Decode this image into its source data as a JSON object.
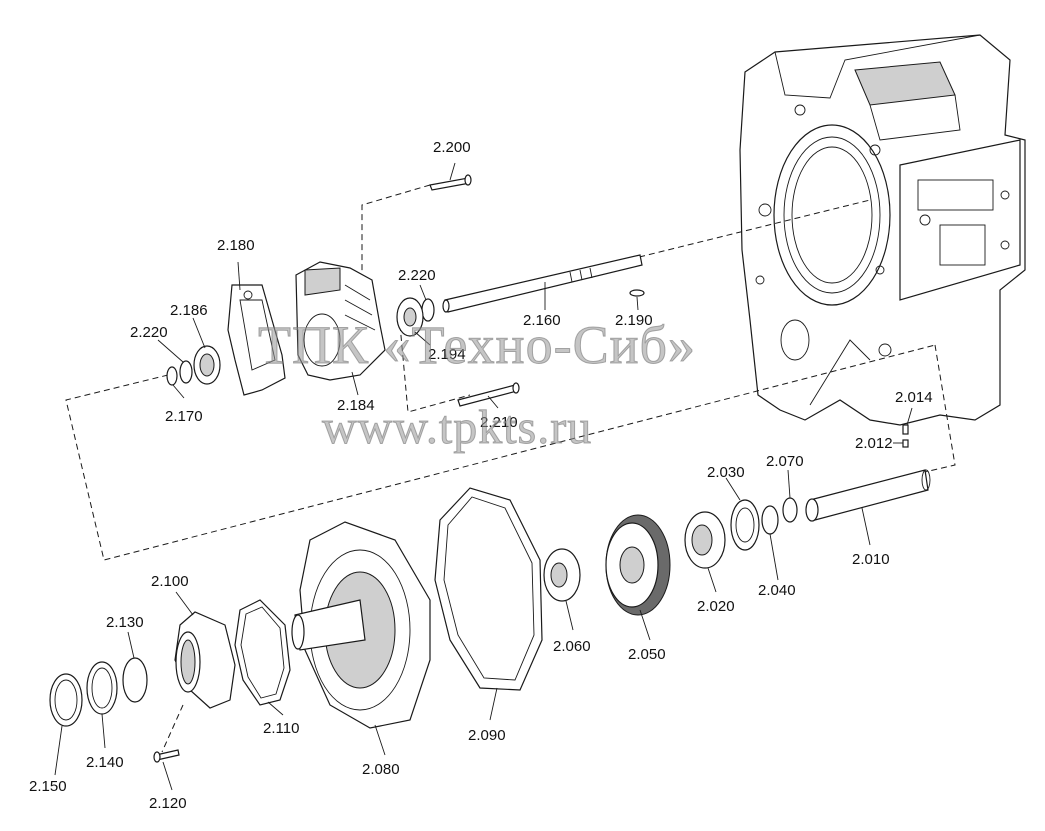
{
  "labels": {
    "p2200": "2.200",
    "p2180": "2.180",
    "p2186": "2.186",
    "p2220a": "2.220",
    "p2220b": "2.220",
    "p2194": "2.194",
    "p2160": "2.160",
    "p2190": "2.190",
    "p2170": "2.170",
    "p2184": "2.184",
    "p2210": "2.210",
    "p2014": "2.014",
    "p2012": "2.012",
    "p2070": "2.070",
    "p2030": "2.030",
    "p2010": "2.010",
    "p2040": "2.040",
    "p2020": "2.020",
    "p2050": "2.050",
    "p2060": "2.060",
    "p2090": "2.090",
    "p2080": "2.080",
    "p2100": "2.100",
    "p2130": "2.130",
    "p2110": "2.110",
    "p2140": "2.140",
    "p2150": "2.150",
    "p2120": "2.120"
  },
  "watermark": {
    "line1": "ТПК «Техно-Сиб»",
    "line2": "www.tpkts.ru"
  }
}
